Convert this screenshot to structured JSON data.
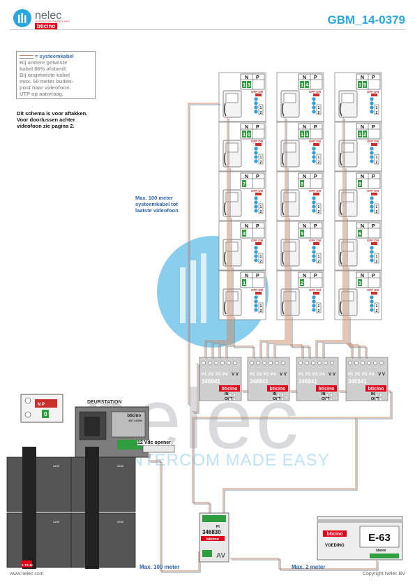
{
  "header": {
    "brand": "nelec",
    "tagline": "INTERCOM MADE EASY",
    "partner": "bticino",
    "doc_id": "GBM_14-0379"
  },
  "legend": {
    "title": "= systeemkabel",
    "lines": [
      "Bij andere getwiste",
      "kabel 66% afstand!",
      "Bij ongetwiste kabel",
      "max. 50 meter buiten-",
      "post naar videofoon.",
      "UTP op aanvraag."
    ]
  },
  "note": [
    "Dit schema is voor aftakken.",
    "Voor doorlussen achter",
    "videofoon zie pagina 2."
  ],
  "cable_note": [
    "Max. 100 meter",
    "systeemkabel tot",
    "laatste videofoon"
  ],
  "apartments": {
    "np_labels": [
      "N",
      "P"
    ],
    "switch_label": "OFF ON",
    "terminals": [
      "1",
      "2"
    ],
    "columns": [
      [
        "13",
        "10",
        "7",
        "4",
        "1"
      ],
      [
        "14",
        "11",
        "8",
        "5",
        "2"
      ],
      [
        "15",
        "12",
        "9",
        "6",
        "3"
      ]
    ]
  },
  "distributors": {
    "code": "346841",
    "brand": "bticino",
    "ports": [
      "P1",
      "P2",
      "P3",
      "P4"
    ],
    "vv": "V V",
    "in_label": "IN",
    "out_label": "OUT",
    "count": 4
  },
  "door_station": {
    "title": "DEURSTATION",
    "brand": "bticino",
    "model": "ART 342560",
    "module_code": "2240",
    "ts_label": "1-TS-11",
    "np_label": "N P"
  },
  "opener": "12 Vdc opener",
  "interface": {
    "code": "346830",
    "brand": "bticino",
    "pi_label": "PI",
    "av_label": "AV"
  },
  "power_supply": {
    "code": "E-63",
    "brand": "bticino",
    "label": "VOEDING",
    "model": "346000"
  },
  "distances": {
    "door_to_interface": "Max. 100 meter",
    "supply_to_interface": "Max. 2 meter"
  },
  "footer": {
    "left": "www.nelec.com",
    "right": "Copyright Nelec BV"
  },
  "watermark": {
    "word": "nelec",
    "tagline": "INTERCOM MADE EASY"
  }
}
